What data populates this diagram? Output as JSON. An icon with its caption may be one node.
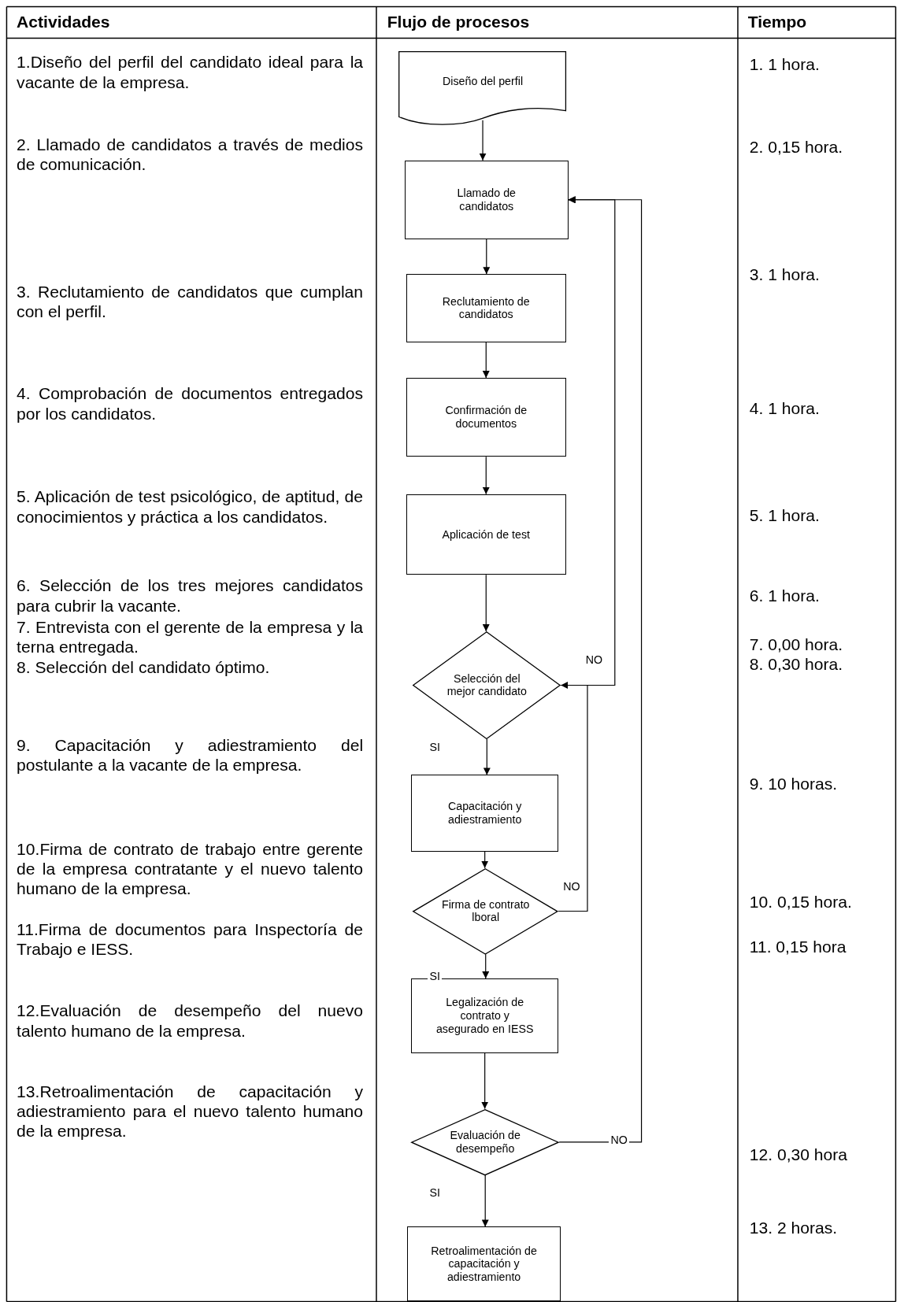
{
  "diagram": {
    "nodes": [
      {
        "text": [
          "Diseño del perfil"
        ]
      },
      {
        "text": [
          "Llamado de candidatos"
        ]
      },
      {
        "text": [
          "Reclutamiento de candidatos"
        ]
      },
      {
        "text": [
          "Confirmación de documentos"
        ]
      },
      {
        "text": [
          "Aplicación de test"
        ]
      },
      {
        "text": [
          "Selección del mejor candidato"
        ]
      },
      {
        "text": [
          "Capacitación y adiestramiento"
        ]
      },
      {
        "text": [
          "Firma de contrato lboral"
        ]
      },
      {
        "text": [
          "Legalización de contrato y asegurado en IESS"
        ]
      },
      {
        "text": [
          "Evaluación de desempeño"
        ]
      },
      {
        "text": [
          "Retroalimentación de capacitación y adiestramiento"
        ]
      }
    ],
    "edges": [
      {
        "from": 0,
        "to": 1,
        "arrow": "to"
      },
      {
        "from": 1,
        "to": 2,
        "arrow": "to"
      },
      {
        "from": 2,
        "to": 3,
        "arrow": "to"
      },
      {
        "from": 3,
        "to": 4,
        "arrow": "to"
      },
      {
        "from": 4,
        "to": 5,
        "arrow": "to"
      },
      {
        "from": 5,
        "to": 6,
        "arrow": "to",
        "label": "SI"
      },
      {
        "from": 6,
        "to": 7,
        "arrow": "to"
      },
      {
        "from": 7,
        "to": 8,
        "arrow": "to",
        "label": "SI"
      },
      {
        "from": 8,
        "to": 9,
        "arrow": "to"
      },
      {
        "from": 9,
        "to": 10,
        "arrow": "to",
        "label": "SI"
      },
      {
        "from": 5,
        "to": 1,
        "arrow": "to",
        "label": "NO"
      },
      {
        "from": 7,
        "to": 5,
        "arrow": "to",
        "label": "NO"
      },
      {
        "from": 9,
        "to": 1,
        "arrow": "to",
        "label": "NO"
      }
    ],
    "labels": [
      "Actividades",
      "Flujo de procesos",
      "Tiempo",
      "1.Diseño del perfil del candidato ideal para la vacante de la empresa.",
      "2. Llamado de candidatos a través de medios de comunicación.",
      "3. Reclutamiento de candidatos que cumplan con el perfil.",
      "4. Comprobación de documentos entregados por los candidatos.",
      "5. Aplicación de test psicológico, de aptitud, de conocimientos y práctica a los candidatos.",
      "6. Selección de los tres mejores candidatos para cubrir la vacante.",
      "7. Entrevista con el gerente de la empresa y la terna entregada.",
      "8. Selección del candidato óptimo.",
      "9. Capacitación y adiestramiento del postulante a la vacante de la empresa.",
      "10.Firma de contrato de trabajo entre gerente de la empresa contratante y el nuevo talento humano de la empresa.",
      "11.Firma de documentos para Inspectoría de Trabajo e IESS.",
      "12.Evaluación de desempeño del nuevo talento humano de la empresa.",
      "13.Retroalimentación de capacitación y adiestramiento para el nuevo talento humano de la empresa.",
      "1. 1 hora.",
      "2. 0,15 hora.",
      "3. 1 hora.",
      "4. 1 hora.",
      "5. 1 hora.",
      "6. 1 hora.",
      "7. 0,00 hora.",
      "8. 0,30 hora.",
      "9. 10 horas.",
      "10. 0,15 hora.",
      "11. 0,15 hora",
      "12. 0,30 hora",
      "13. 2 horas."
    ]
  }
}
